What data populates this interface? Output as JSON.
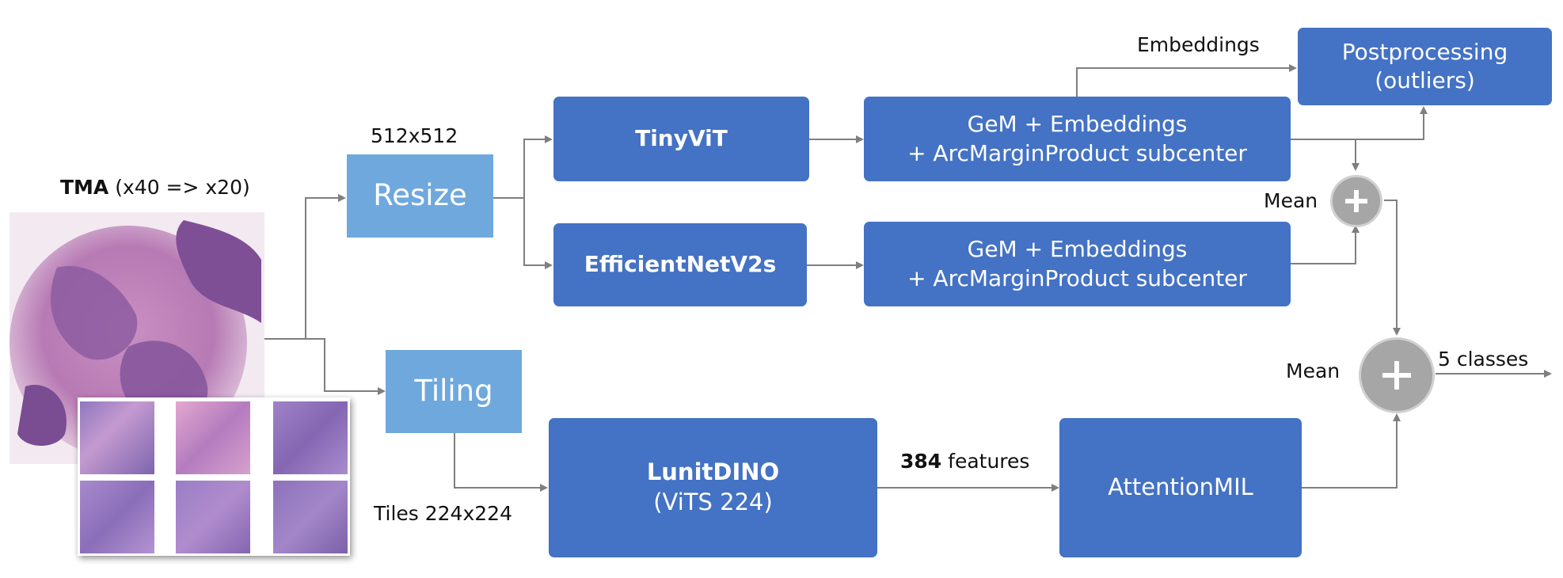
{
  "tma": {
    "title_bold": "TMA",
    "title_rest": "(x40 => x20)"
  },
  "labels": {
    "resize_size": "512x512",
    "embeddings": "Embeddings",
    "tiles_size": "Tiles 224x224",
    "features_count": "384",
    "features_word": "features",
    "mean_top": "Mean",
    "mean_bottom": "Mean",
    "output": "5 classes"
  },
  "boxes": {
    "resize": "Resize",
    "tiling": "Tiling",
    "tinyvit": "TinyViT",
    "efficientnet": "EfficientNetV2s",
    "head_top_line1": "GeM + Embeddings",
    "head_top_line2": "+ ArcMarginProduct subcenter",
    "head_bottom_line1": "GeM + Embeddings",
    "head_bottom_line2": "+ ArcMarginProduct subcenter",
    "post_line1": "Postprocessing",
    "post_line2": "(outliers)",
    "lunit_line1": "LunitDINO",
    "lunit_line2": "(ViTS 224)",
    "attention": "AttentionMIL"
  },
  "colors": {
    "dark_box": "#4472c4",
    "light_box": "#6fa8dc",
    "arrow": "#7f7f7f",
    "mean_node": "#a6a6a6"
  },
  "icons": {
    "mean_node_top": "plus-icon",
    "mean_node_bottom": "plus-icon"
  }
}
